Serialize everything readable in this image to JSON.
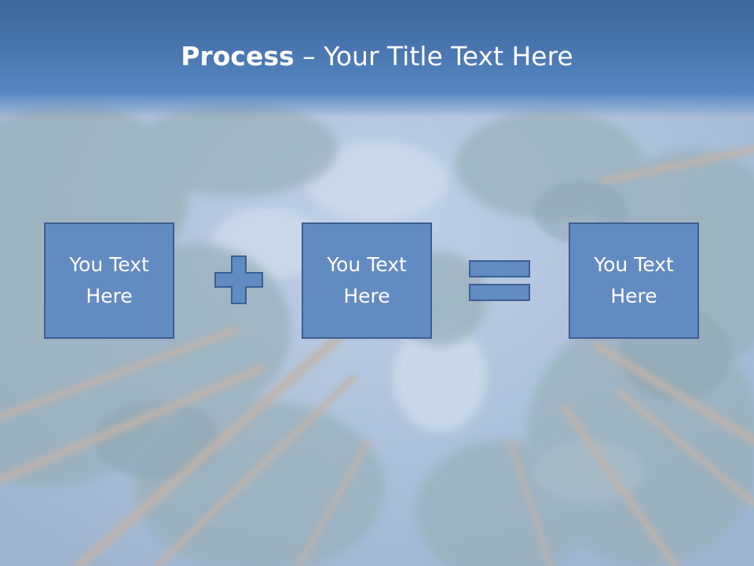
{
  "slide": {
    "title_bold": "Process",
    "title_rest": " – Your Title Text Here"
  },
  "boxes": [
    {
      "line1": "You Text",
      "line2": "Here"
    },
    {
      "line1": "You Text",
      "line2": "Here"
    },
    {
      "line1": "You Text",
      "line2": "Here"
    }
  ],
  "operators": [
    "plus",
    "equals"
  ],
  "colors": {
    "box_fill": "#628bc2",
    "box_border": "#3b5f91",
    "title_bar": "#4a77b1",
    "text": "#ffffff"
  }
}
